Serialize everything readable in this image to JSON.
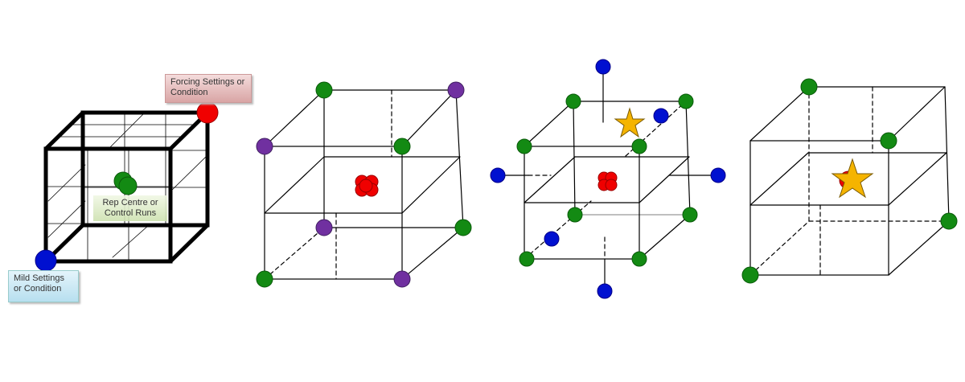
{
  "labels": {
    "forcing": "Forcing Settings or Condition",
    "mild": "Mild Settings or Condition",
    "centre": "Rep Centre or Control Runs"
  },
  "colors": {
    "green": "#138a13",
    "purple": "#7030a0",
    "red": "#f00000",
    "blue": "#0010d0",
    "star": "#f5b400"
  }
}
